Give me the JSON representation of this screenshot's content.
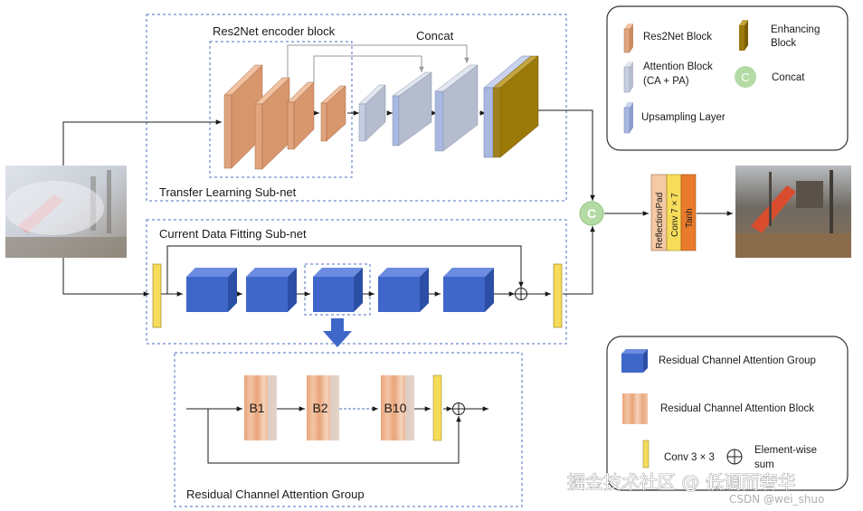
{
  "subnets": {
    "transfer_label": "Transfer Learning Sub-net",
    "encoder_label": "Res2Net encoder block",
    "concat_top_label": "Concat",
    "fitting_label": "Current Data Fitting Sub-net",
    "rcag_label": "Residual Channel Attention Group"
  },
  "enhance_block": {
    "layers": [
      "ReflectionPad",
      "Conv 7 × 7",
      "Tanh"
    ]
  },
  "concat_node": {
    "symbol": "C"
  },
  "rcag_blocks": [
    "B1",
    "B2",
    "B10"
  ],
  "legend_top": {
    "items": [
      {
        "label": "Res2Net Block",
        "color": "#e0a47e"
      },
      {
        "label": "Enhancing\nBlock",
        "color": "#9c7a0a"
      },
      {
        "label": "Attention Block\n(CA + PA)",
        "color": "#c5cde0"
      },
      {
        "label": "Concat",
        "color": "#b5dba5"
      },
      {
        "label": "Upsampling Layer",
        "color": "#a9b8e0"
      }
    ]
  },
  "legend_bottom": {
    "items": [
      {
        "label": "Residual Channel Attention Group",
        "color": "#3f66c9"
      },
      {
        "label": "Residual Channel Attention Block",
        "color": "#f0b592"
      },
      {
        "label": "Conv 3 × 3",
        "color": "#f6dc5a"
      },
      {
        "label": "Element-wise\nsum"
      }
    ]
  },
  "watermark": {
    "main": "掘金技术社区 @ 低调而奢华",
    "sub": "CSDN @wei_shuo"
  },
  "colors": {
    "res2net": "#e0a47e",
    "attention": "#c5cde0",
    "upsampling": "#a9b8e0",
    "enhancing": "#9c7a0a",
    "concat": "#b5dba5",
    "rcag": "#3f66c9",
    "conv": "#f6dc5a",
    "dashed": "#4b6fbf"
  }
}
